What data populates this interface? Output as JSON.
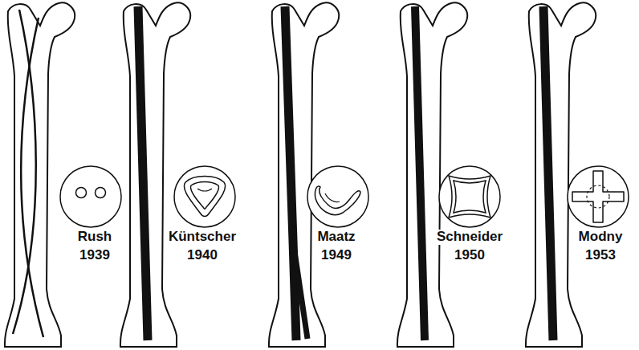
{
  "diagram": {
    "labels": [
      "Rush",
      "1939",
      "Küntscher",
      "1940",
      "Maatz",
      "1949",
      "Schneider",
      "1950",
      "Modny",
      "1953"
    ]
  }
}
